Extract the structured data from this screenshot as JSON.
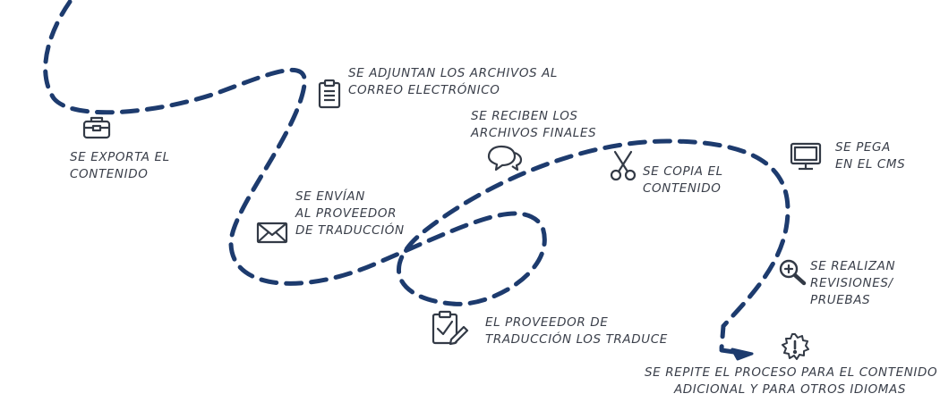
{
  "colors": {
    "path": "#1d3b6e",
    "icon": "#333a46",
    "text": "#3a3f4a"
  },
  "steps": [
    {
      "icon": "toolbox-icon",
      "lines": [
        "SE EXPORTA EL",
        "CONTENIDO"
      ]
    },
    {
      "icon": "clipboard-icon",
      "lines": [
        "SE ADJUNTAN LOS ARCHIVOS AL",
        "CORREO ELECTRÓNICO"
      ]
    },
    {
      "icon": "envelope-icon",
      "lines": [
        "SE ENVÍAN",
        "AL PROVEEDOR",
        "DE TRADUCCIÓN"
      ]
    },
    {
      "icon": "checklist-pencil-icon",
      "lines": [
        "EL PROVEEDOR DE",
        "TRADUCCIÓN LOS TRADUCE"
      ]
    },
    {
      "icon": "speech-bubbles-icon",
      "lines": [
        "SE RECIBEN LOS",
        "ARCHIVOS FINALES"
      ]
    },
    {
      "icon": "scissors-icon",
      "lines": [
        "SE COPIA EL",
        "CONTENIDO"
      ]
    },
    {
      "icon": "monitor-icon",
      "lines": [
        "SE PEGA",
        "EN EL CMS"
      ]
    },
    {
      "icon": "magnifier-icon",
      "lines": [
        "SE REALIZAN",
        "REVISIONES/",
        "PRUEBAS"
      ]
    },
    {
      "icon": "alert-badge-icon",
      "lines": [
        "SE REPITE EL PROCESO PARA EL CONTENIDO",
        "ADICIONAL Y PARA OTROS IDIOMAS"
      ]
    }
  ]
}
